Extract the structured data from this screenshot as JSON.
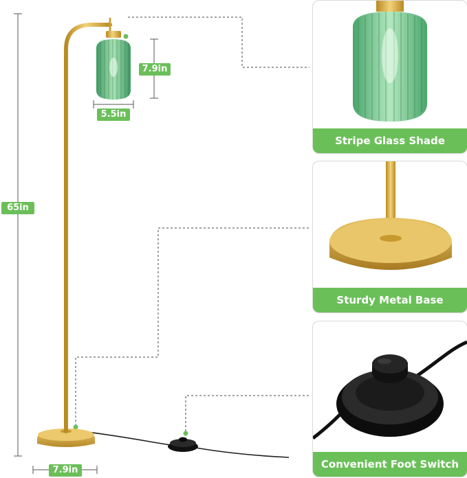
{
  "dimensions": {
    "shade_height": "7.9in",
    "shade_width": "5.5in",
    "total_height": "65in",
    "base_width": "7.9in"
  },
  "panels": [
    {
      "caption": "Stripe Glass Shade"
    },
    {
      "caption": "Sturdy Metal Base"
    },
    {
      "caption": "Convenient Foot Switch"
    }
  ],
  "colors": {
    "accent_green": "#6bbf59",
    "gold": "#d6ac3a",
    "glass_green": "#7cc98e"
  }
}
